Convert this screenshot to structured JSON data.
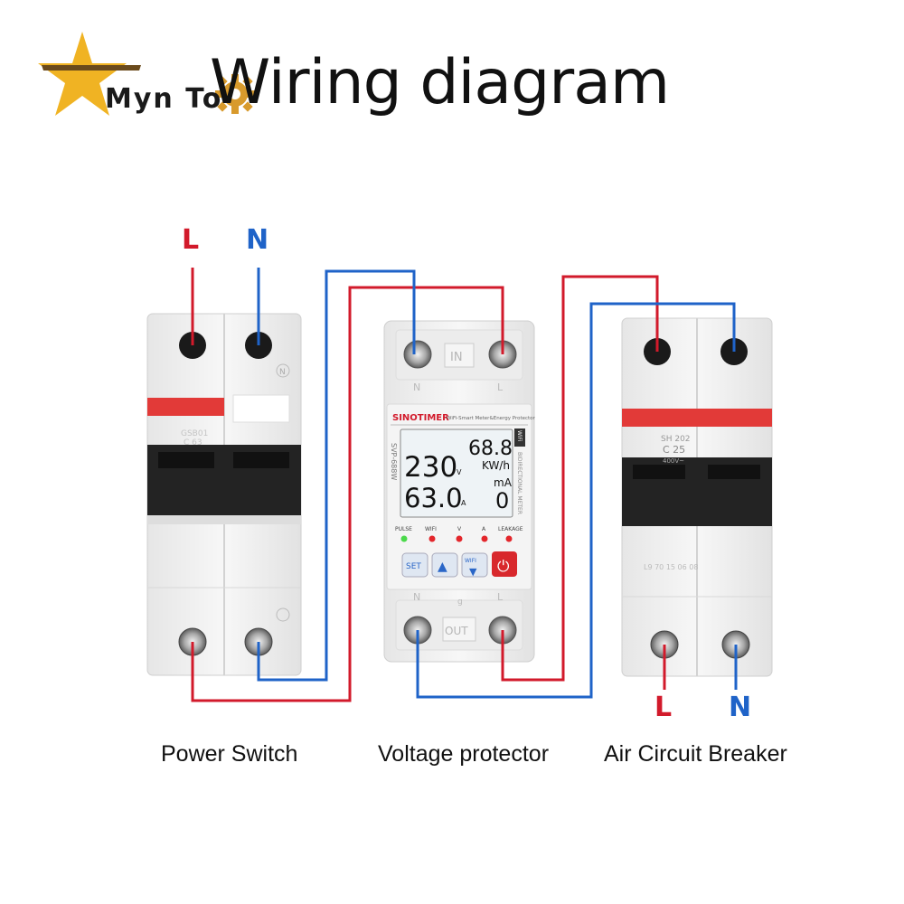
{
  "title": "Wiring diagram",
  "logo": {
    "text": "Myn To"
  },
  "terminals": {
    "top_left": {
      "line": "L",
      "neutral": "N"
    },
    "bottom_right": {
      "line": "L",
      "neutral": "N"
    }
  },
  "captions": {
    "left": "Power Switch",
    "center": "Voltage protector",
    "right": "Air Circuit Breaker"
  },
  "protector": {
    "brand": "SINOTIMER",
    "subtitle": "WiFi-Smart Meter&Energy Protector",
    "model": "SVP-688W",
    "side_label": "BIDIRECTIONAL METER",
    "wifi_badge": "WiFi",
    "voltage": "230",
    "voltage_unit": "V",
    "current": "63.0",
    "current_unit": "A",
    "energy": "68.8",
    "energy_unit": "KW/h",
    "leakage_unit": "mA",
    "leakage": "0",
    "in_label": "IN",
    "out_label": "OUT",
    "term_n": "N",
    "term_l": "L",
    "indicators": [
      "PULSE",
      "WIFI",
      "V",
      "A",
      "LEAKAGE"
    ],
    "buttons": {
      "set": "SET",
      "up": "▲",
      "wifi": "WIFI",
      "down": "▼",
      "power": "⏻"
    }
  },
  "left_breaker": {
    "rating": "C 63",
    "model": "GSB01",
    "n_mark": "N"
  },
  "right_breaker": {
    "model": "SH 202",
    "rating": "C 25",
    "spec": "400V~",
    "mark": "L9 70 15 06 08"
  },
  "colors": {
    "line": "#d21a2b",
    "neutral": "#1f63c8",
    "breaker_stripe": "#e23a38",
    "housing": "#f2f2f2"
  }
}
